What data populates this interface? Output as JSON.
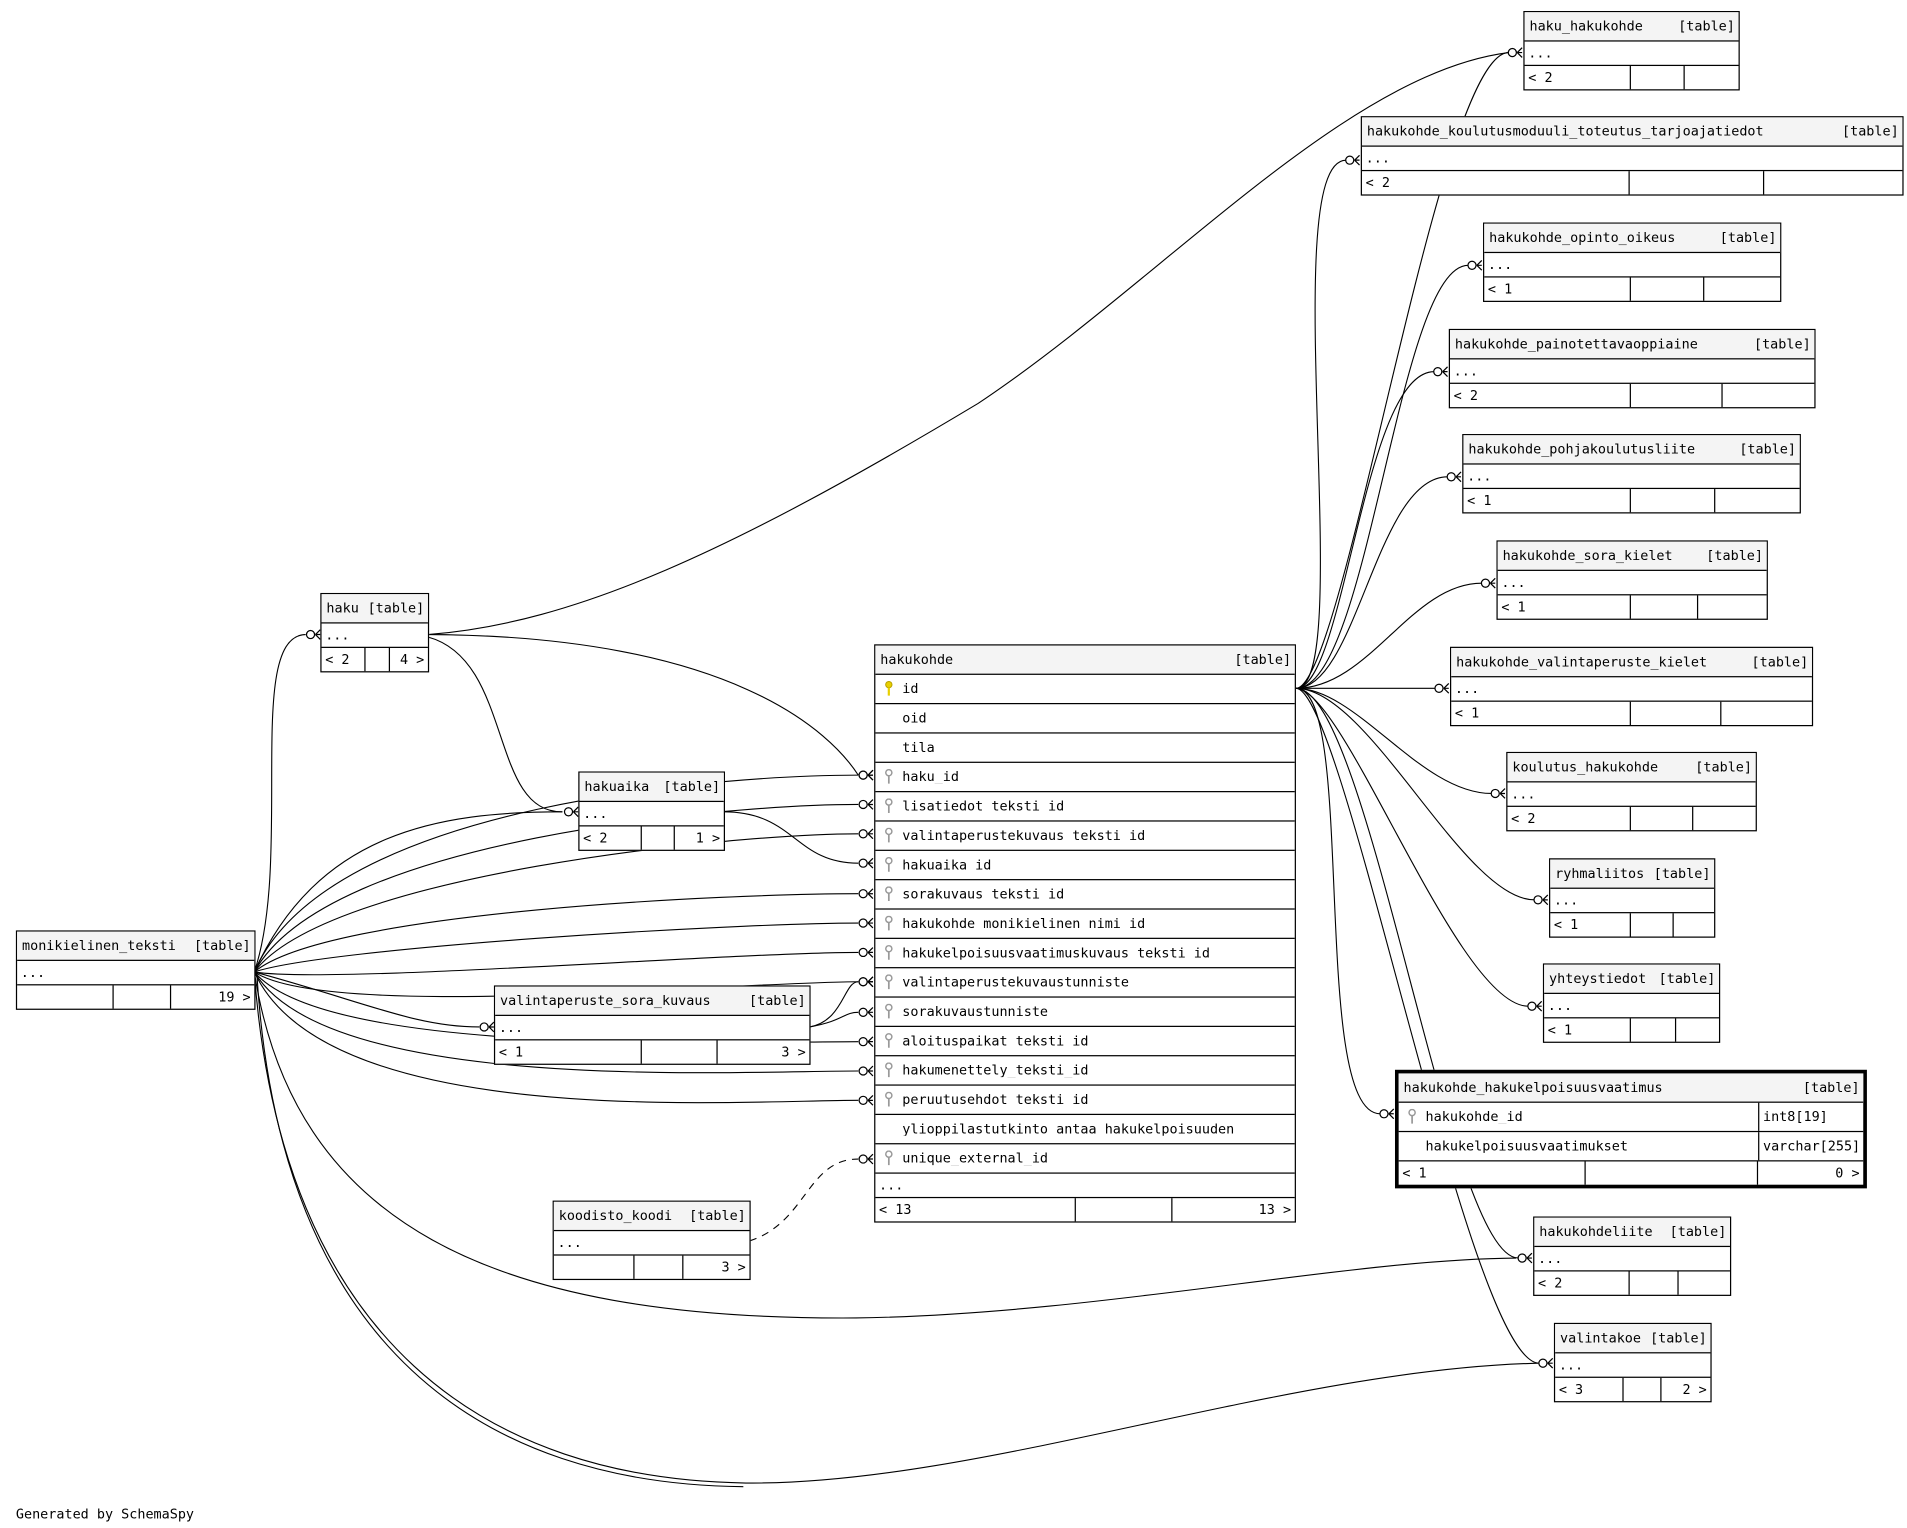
{
  "tables": {
    "haku_hakukohde": {
      "name": "haku_hakukohde",
      "tag": "[table]",
      "more": "...",
      "parents": "< 2",
      "children": ""
    },
    "hakukohde_koulutusmoduuli_toteutus_tarjoajatiedot": {
      "name": "hakukohde_koulutusmoduuli_toteutus_tarjoajatiedot",
      "tag": "[table]",
      "more": "...",
      "parents": "< 2",
      "children": ""
    },
    "hakukohde_opinto_oikeus": {
      "name": "hakukohde_opinto_oikeus",
      "tag": "[table]",
      "more": "...",
      "parents": "< 1",
      "children": ""
    },
    "hakukohde_painotettavaoppiaine": {
      "name": "hakukohde_painotettavaoppiaine",
      "tag": "[table]",
      "more": "...",
      "parents": "< 2",
      "children": ""
    },
    "hakukohde_pohjakoulutusliite": {
      "name": "hakukohde_pohjakoulutusliite",
      "tag": "[table]",
      "more": "...",
      "parents": "< 1",
      "children": ""
    },
    "hakukohde_sora_kielet": {
      "name": "hakukohde_sora_kielet",
      "tag": "[table]",
      "more": "...",
      "parents": "< 1",
      "children": ""
    },
    "hakukohde_valintaperuste_kielet": {
      "name": "hakukohde_valintaperuste_kielet",
      "tag": "[table]",
      "more": "...",
      "parents": "< 1",
      "children": ""
    },
    "koulutus_hakukohde": {
      "name": "koulutus_hakukohde",
      "tag": "[table]",
      "more": "...",
      "parents": "< 2",
      "children": ""
    },
    "ryhmaliitos": {
      "name": "ryhmaliitos",
      "tag": "[table]",
      "more": "...",
      "parents": "< 1",
      "children": ""
    },
    "yhteystiedot": {
      "name": "yhteystiedot",
      "tag": "[table]",
      "more": "...",
      "parents": "< 1",
      "children": ""
    },
    "hakukohde_hakukelpoisuusvaatimus": {
      "name": "hakukohde_hakukelpoisuusvaatimus",
      "tag": "[table]",
      "parents": "< 1",
      "children": "0 >",
      "columns": [
        {
          "name": "hakukohde_id",
          "type": "int8[19]"
        },
        {
          "name": "hakukelpoisuusvaatimukset",
          "type": "varchar[255]"
        }
      ]
    },
    "hakukohdeliite": {
      "name": "hakukohdeliite",
      "tag": "[table]",
      "more": "...",
      "parents": "< 2",
      "children": ""
    },
    "valintakoe": {
      "name": "valintakoe",
      "tag": "[table]",
      "more": "...",
      "parents": "< 3",
      "children": "2 >"
    },
    "haku": {
      "name": "haku",
      "tag": "[table]",
      "more": "...",
      "parents": "< 2",
      "children": "4 >"
    },
    "hakuaika": {
      "name": "hakuaika",
      "tag": "[table]",
      "more": "...",
      "parents": "< 2",
      "children": "1 >"
    },
    "monikielinen_teksti": {
      "name": "monikielinen_teksti",
      "tag": "[table]",
      "more": "...",
      "parents": "",
      "children": "19 >"
    },
    "valintaperuste_sora_kuvaus": {
      "name": "valintaperuste_sora_kuvaus",
      "tag": "[table]",
      "more": "...",
      "parents": "< 1",
      "children": "3 >"
    },
    "koodisto_koodi": {
      "name": "koodisto_koodi",
      "tag": "[table]",
      "more": "...",
      "parents": "",
      "children": "3 >"
    },
    "hakukohde": {
      "name": "hakukohde",
      "tag": "[table]",
      "more": "...",
      "parents": "< 13",
      "children": "13 >",
      "columns": [
        "id",
        "oid",
        "tila",
        "haku_id",
        "lisatiedot_teksti_id",
        "valintaperustekuvaus_teksti_id",
        "hakuaika_id",
        "sorakuvaus_teksti_id",
        "hakukohde_monikielinen_nimi_id",
        "hakukelpoisuusvaatimuskuvaus_teksti_id",
        "valintaperustekuvaustunniste",
        "sorakuvaustunniste",
        "aloituspaikat_teksti_id",
        "hakumenettely_teksti_id",
        "peruutusehdot_teksti_id",
        "ylioppilastutkinto_antaa_hakukelpoisuuden",
        "unique_external_id"
      ]
    }
  },
  "footer": "Generated by SchemaSpy",
  "colors": {
    "line": "#000000",
    "header": "#f4f4f4",
    "pk_icon": "#e8d000",
    "fk_icon": "#999999"
  }
}
